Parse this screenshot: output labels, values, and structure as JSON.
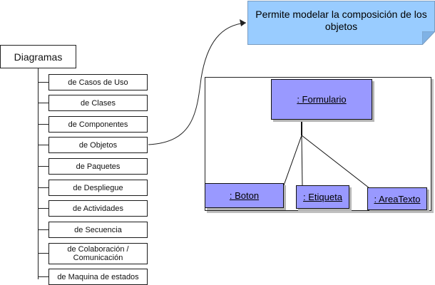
{
  "root": {
    "label": "Diagramas"
  },
  "items": [
    "de Casos de Uso",
    "de Clases",
    "de Componentes",
    "de Objetos",
    "de Paquetes",
    "de Despliegue",
    "de Actividades",
    "de Secuencia",
    "de Colaboración /\nComunicación",
    "de Maquina de estados"
  ],
  "note": {
    "text": "Permite modelar la composición de los objetos"
  },
  "objects": {
    "formulario": ": Formulario",
    "boton": ": Boton",
    "etiqueta": ": Etiqueta",
    "areatexto": ": AreaTexto"
  }
}
